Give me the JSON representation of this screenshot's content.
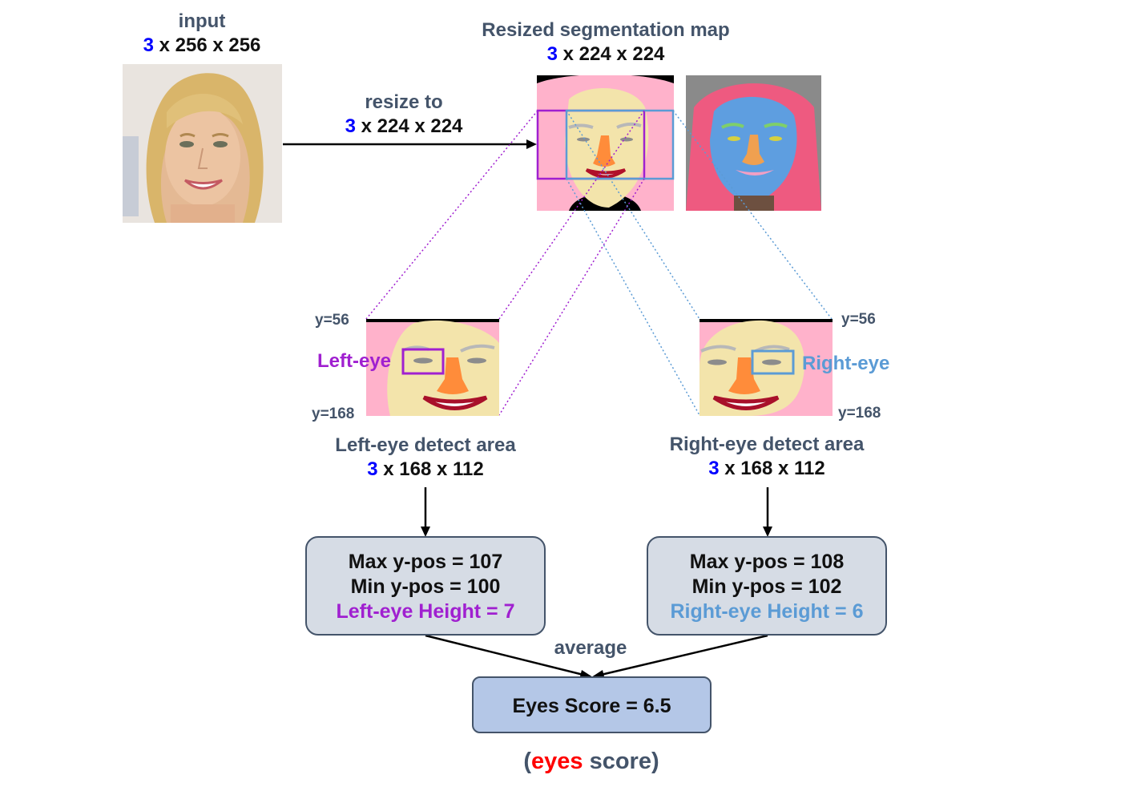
{
  "input": {
    "title": "input",
    "channels": "3",
    "dims": " x 256 x 256"
  },
  "resize": {
    "title": "resize to",
    "channels": "3",
    "dims": " x 224 x 224"
  },
  "segmap": {
    "title": "Resized segmentation map",
    "channels": "3",
    "dims": " x 224 x 224"
  },
  "left_area": {
    "y_top": "y=56",
    "y_bottom": "y=168",
    "eye_label": "Left-eye",
    "title": "Left-eye detect area",
    "channels": "3",
    "dims": " x 168 x 112"
  },
  "right_area": {
    "y_top": "y=56",
    "y_bottom": "y=168",
    "eye_label": "Right-eye",
    "title": "Right-eye detect area",
    "channels": "3",
    "dims": " x 168 x 112"
  },
  "left_box": {
    "max": "Max y-pos = 107",
    "min": "Min y-pos = 100",
    "height": "Left-eye Height = 7"
  },
  "right_box": {
    "max": "Max y-pos = 108",
    "min": "Min y-pos = 102",
    "height": "Right-eye Height = 6"
  },
  "average_label": "average",
  "score_box": {
    "text": "Eyes Score = 6.5"
  },
  "caption": {
    "open": "(",
    "highlight": "eyes",
    "rest": " score)"
  },
  "colors": {
    "slate": "#44546a",
    "purple": "#a020d0",
    "light_blue": "#5b9bd5",
    "channel_blue": "#0000ff",
    "red": "#ff0000",
    "box_fill": "#d6dce5",
    "score_fill": "#b4c7e7"
  }
}
